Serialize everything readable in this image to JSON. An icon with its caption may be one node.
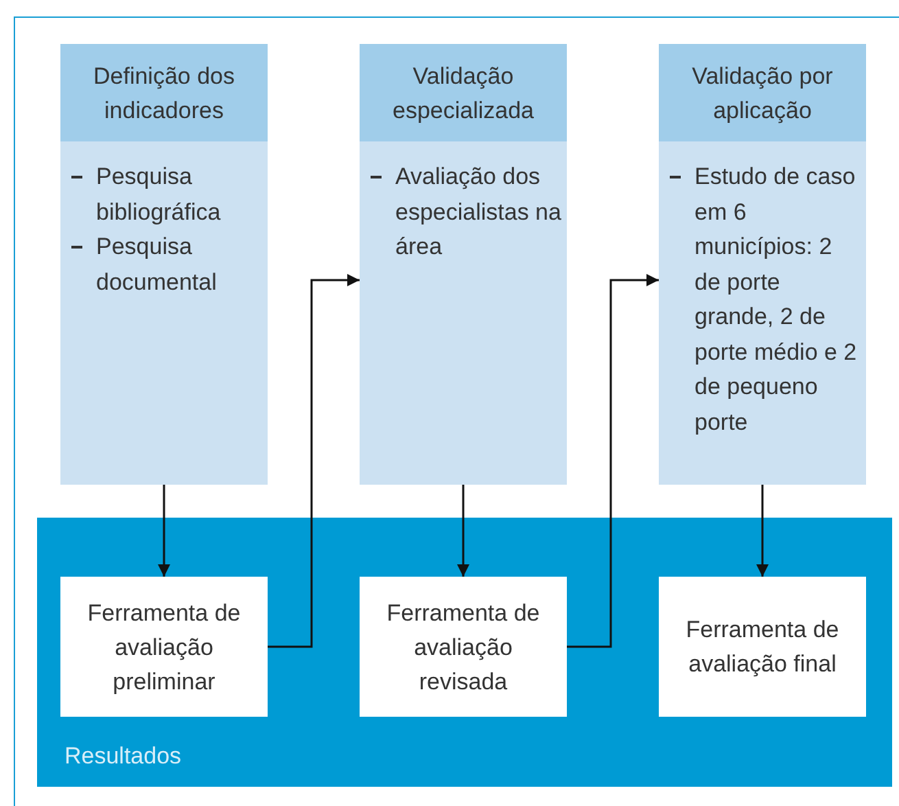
{
  "diagram": {
    "nodes": [
      {
        "text": [
          "Definição dos indicadores",
          "Pesquisa bibliográfica",
          "Pesquisa documental"
        ]
      },
      {
        "text": [
          "Validação especializada",
          "Avaliação dos especialistas na área"
        ]
      },
      {
        "text": [
          "Validação por aplicação",
          "Estudo de caso em 6 municípios: 2 de porte grande, 2 de porte médio e 2 de pequeno porte"
        ]
      },
      {
        "text": [
          "Resultados"
        ]
      },
      {
        "text": [
          "Ferramenta de avaliação preliminar"
        ],
        "in": 3
      },
      {
        "text": [
          "Ferramenta de avaliação revisada"
        ],
        "in": 3
      },
      {
        "text": [
          "Ferramenta de avaliação final"
        ],
        "in": 3
      }
    ],
    "edges": [
      {
        "from": 0,
        "to": 4,
        "arrow": "to"
      },
      {
        "from": 4,
        "to": 1,
        "arrow": "to"
      },
      {
        "from": 1,
        "to": 5,
        "arrow": "to"
      },
      {
        "from": 5,
        "to": 2,
        "arrow": "to"
      },
      {
        "from": 2,
        "to": 6,
        "arrow": "to"
      }
    ]
  }
}
